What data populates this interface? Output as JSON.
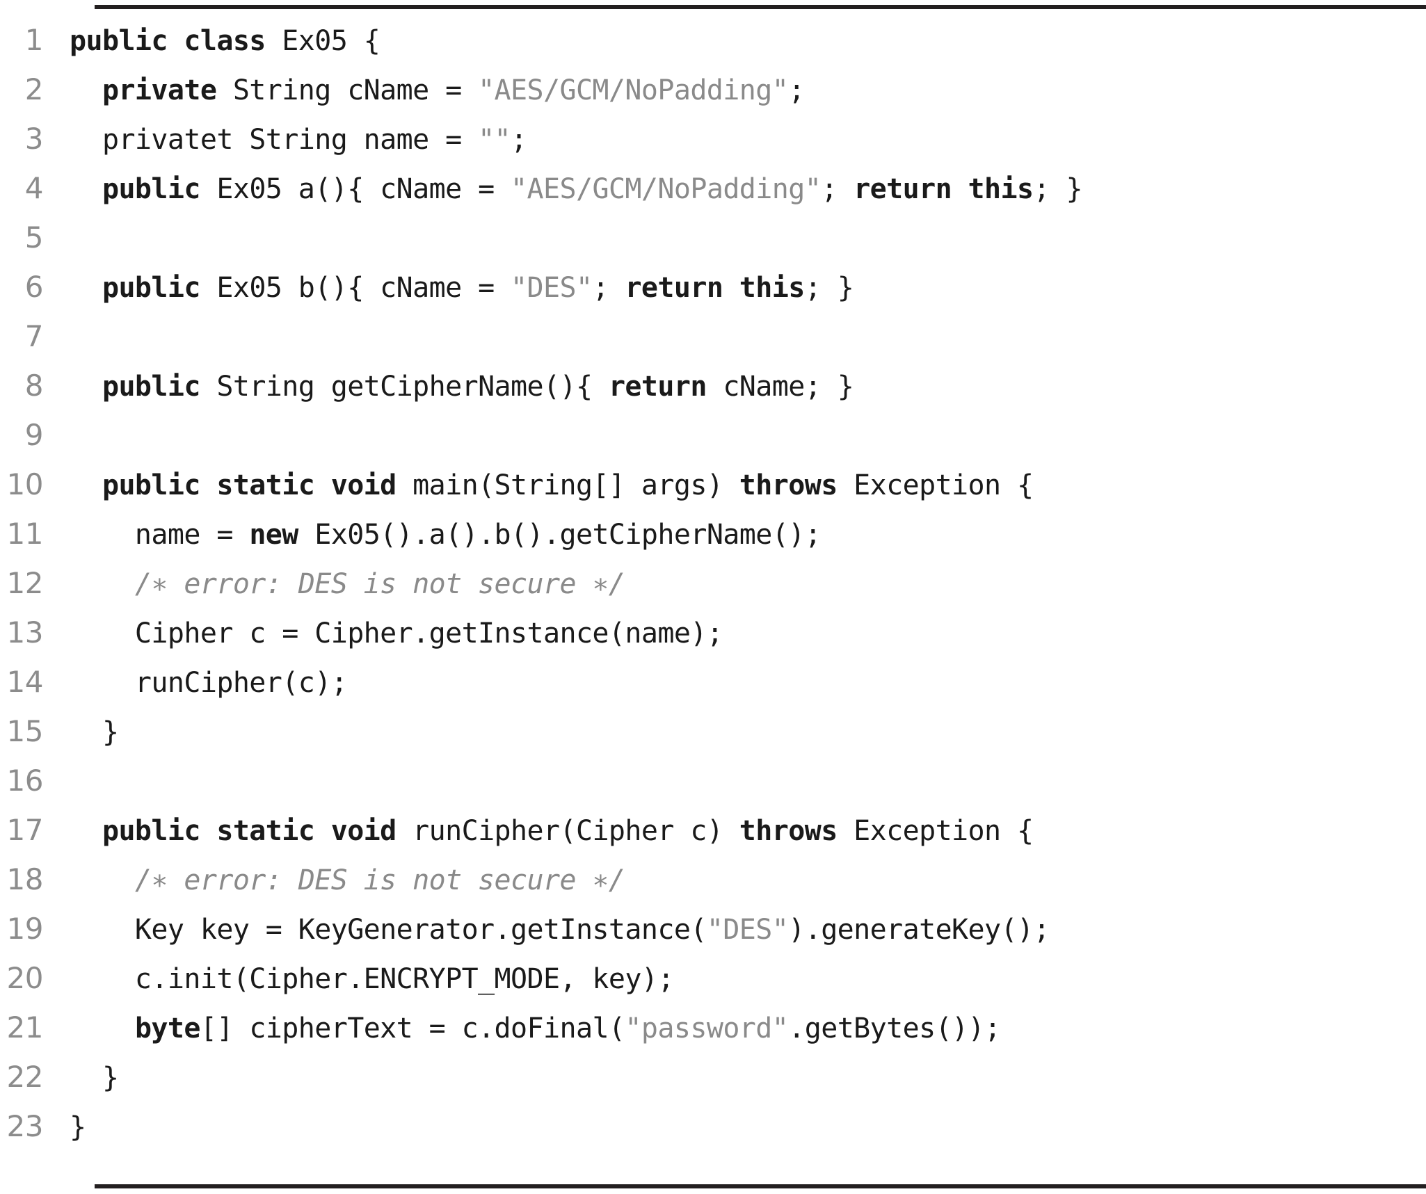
{
  "listing": {
    "language": "Java",
    "class_name": "Ex05",
    "colors": {
      "keyword": "#1a1a1a",
      "string": "#8a8a8a",
      "comment": "#8a8a8a",
      "line_number": "#8c8c8c",
      "rule": "#231f20",
      "background": "#ffffff"
    },
    "lines": [
      {
        "no": "1",
        "text": "public class Ex05 {",
        "tokens": [
          {
            "t": "public class ",
            "k": "kw"
          },
          {
            "t": "Ex05 {",
            "k": "id"
          }
        ]
      },
      {
        "no": "2",
        "text": "  private String cName = \"AES/GCM/NoPadding\";",
        "tokens": [
          {
            "t": "  ",
            "k": "id"
          },
          {
            "t": "private",
            "k": "kw"
          },
          {
            "t": " String cName = ",
            "k": "id"
          },
          {
            "t": "\"AES/GCM/NoPadding\"",
            "k": "str"
          },
          {
            "t": ";",
            "k": "id"
          }
        ]
      },
      {
        "no": "3",
        "text": "  privatet String name = \"\";",
        "tokens": [
          {
            "t": "  privatet String name = ",
            "k": "id"
          },
          {
            "t": "\"\"",
            "k": "str"
          },
          {
            "t": ";",
            "k": "id"
          }
        ]
      },
      {
        "no": "4",
        "text": "  public Ex05 a(){ cName = \"AES/GCM/NoPadding\"; return this; }",
        "tokens": [
          {
            "t": "  ",
            "k": "id"
          },
          {
            "t": "public",
            "k": "kw"
          },
          {
            "t": " Ex05 a(){ cName = ",
            "k": "id"
          },
          {
            "t": "\"AES/GCM/NoPadding\"",
            "k": "str"
          },
          {
            "t": "; ",
            "k": "id"
          },
          {
            "t": "return this",
            "k": "kw"
          },
          {
            "t": "; }",
            "k": "id"
          }
        ]
      },
      {
        "no": "5",
        "text": "",
        "tokens": []
      },
      {
        "no": "6",
        "text": "  public Ex05 b(){ cName = \"DES\"; return this; }",
        "tokens": [
          {
            "t": "  ",
            "k": "id"
          },
          {
            "t": "public",
            "k": "kw"
          },
          {
            "t": " Ex05 b(){ cName = ",
            "k": "id"
          },
          {
            "t": "\"DES\"",
            "k": "str"
          },
          {
            "t": "; ",
            "k": "id"
          },
          {
            "t": "return this",
            "k": "kw"
          },
          {
            "t": "; }",
            "k": "id"
          }
        ]
      },
      {
        "no": "7",
        "text": "",
        "tokens": []
      },
      {
        "no": "8",
        "text": "  public String getCipherName(){ return cName; }",
        "tokens": [
          {
            "t": "  ",
            "k": "id"
          },
          {
            "t": "public",
            "k": "kw"
          },
          {
            "t": " String getCipherName(){ ",
            "k": "id"
          },
          {
            "t": "return",
            "k": "kw"
          },
          {
            "t": " cName; }",
            "k": "id"
          }
        ]
      },
      {
        "no": "9",
        "text": "",
        "tokens": []
      },
      {
        "no": "10",
        "text": "  public static void main(String[] args) throws Exception {",
        "tokens": [
          {
            "t": "  ",
            "k": "id"
          },
          {
            "t": "public static void",
            "k": "kw"
          },
          {
            "t": " main(String[] args) ",
            "k": "id"
          },
          {
            "t": "throws",
            "k": "kw"
          },
          {
            "t": " Exception {",
            "k": "id"
          }
        ]
      },
      {
        "no": "11",
        "text": "    name = new Ex05().a().b().getCipherName();",
        "tokens": [
          {
            "t": "    name = ",
            "k": "id"
          },
          {
            "t": "new",
            "k": "kw"
          },
          {
            "t": " Ex05().a().b().getCipherName();",
            "k": "id"
          }
        ]
      },
      {
        "no": "12",
        "text": "    /∗ error: DES is not secure ∗/",
        "tokens": [
          {
            "t": "    ",
            "k": "id"
          },
          {
            "t": "/∗ error: DES is not secure ∗/",
            "k": "cmt"
          }
        ]
      },
      {
        "no": "13",
        "text": "    Cipher c = Cipher.getInstance(name);",
        "tokens": [
          {
            "t": "    Cipher c = Cipher.getInstance(name);",
            "k": "id"
          }
        ]
      },
      {
        "no": "14",
        "text": "    runCipher(c);",
        "tokens": [
          {
            "t": "    runCipher(c);",
            "k": "id"
          }
        ]
      },
      {
        "no": "15",
        "text": "  }",
        "tokens": [
          {
            "t": "  }",
            "k": "id"
          }
        ]
      },
      {
        "no": "16",
        "text": "",
        "tokens": []
      },
      {
        "no": "17",
        "text": "  public static void runCipher(Cipher c) throws Exception {",
        "tokens": [
          {
            "t": "  ",
            "k": "id"
          },
          {
            "t": "public static void",
            "k": "kw"
          },
          {
            "t": " runCipher(Cipher c) ",
            "k": "id"
          },
          {
            "t": "throws",
            "k": "kw"
          },
          {
            "t": " Exception {",
            "k": "id"
          }
        ]
      },
      {
        "no": "18",
        "text": "    /∗ error: DES is not secure ∗/",
        "tokens": [
          {
            "t": "    ",
            "k": "id"
          },
          {
            "t": "/∗ error: DES is not secure ∗/",
            "k": "cmt"
          }
        ]
      },
      {
        "no": "19",
        "text": "    Key key = KeyGenerator.getInstance(\"DES\").generateKey();",
        "tokens": [
          {
            "t": "    Key key = KeyGenerator.getInstance(",
            "k": "id"
          },
          {
            "t": "\"DES\"",
            "k": "str"
          },
          {
            "t": ").generateKey();",
            "k": "id"
          }
        ]
      },
      {
        "no": "20",
        "text": "    c.init(Cipher.ENCRYPT_MODE, key);",
        "tokens": [
          {
            "t": "    c.init(Cipher.ENCRYPT_MODE, key);",
            "k": "id"
          }
        ]
      },
      {
        "no": "21",
        "text": "    byte[] cipherText = c.doFinal(\"password\".getBytes());",
        "tokens": [
          {
            "t": "    ",
            "k": "id"
          },
          {
            "t": "byte",
            "k": "kw"
          },
          {
            "t": "[] cipherText = c.doFinal(",
            "k": "id"
          },
          {
            "t": "\"password\"",
            "k": "str"
          },
          {
            "t": ".getBytes());",
            "k": "id"
          }
        ]
      },
      {
        "no": "22",
        "text": "  }",
        "tokens": [
          {
            "t": "  }",
            "k": "id"
          }
        ]
      },
      {
        "no": "23",
        "text": "}",
        "tokens": [
          {
            "t": "}",
            "k": "id"
          }
        ]
      }
    ]
  }
}
